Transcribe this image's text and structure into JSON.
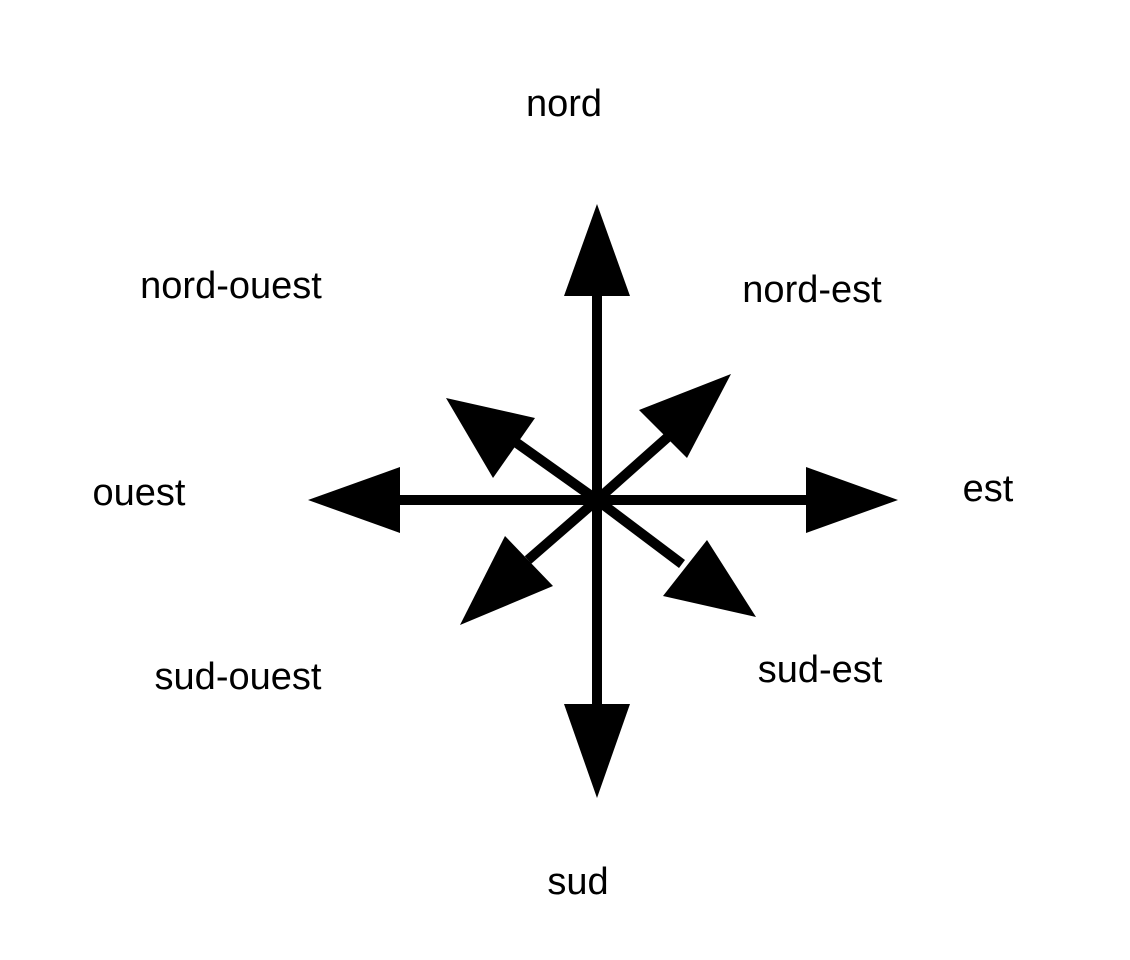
{
  "diagram": {
    "directions": {
      "nord": "nord",
      "nord_est": "nord-est",
      "est": "est",
      "sud_est": "sud-est",
      "sud": "sud",
      "sud_ouest": "sud-ouest",
      "ouest": "ouest",
      "nord_ouest": "nord-ouest"
    },
    "colors": {
      "arrow": "#000000",
      "text": "#000000",
      "background": "#ffffff"
    }
  }
}
